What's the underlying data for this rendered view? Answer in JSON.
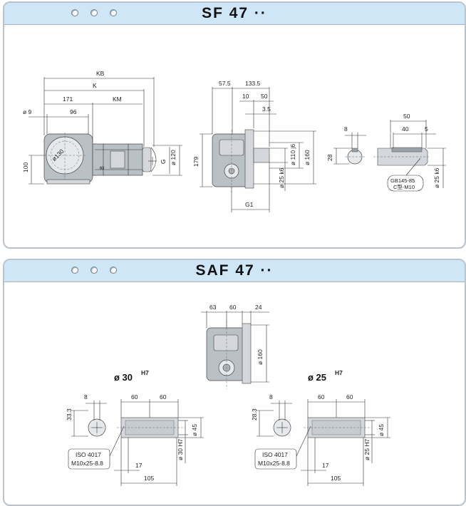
{
  "top": {
    "title": "SF 47 ··",
    "front": {
      "kb": "KB",
      "k": "K",
      "d171": "171",
      "km": "KM",
      "d9": "ø 9",
      "d96": "96",
      "d130": "ø130",
      "d100": "100",
      "d120": "ø 120",
      "g": "G",
      "d8": "8"
    },
    "side": {
      "d57_5": "57.5",
      "d133_5": "133.5",
      "d10": "10",
      "d50": "50",
      "d3_5": "3.5",
      "d179": "179",
      "d110": "ø 110 j6",
      "d160": "ø 160",
      "d25": "ø 25 k6",
      "g1": "G1"
    },
    "shaft": {
      "d8": "8",
      "d28": "28",
      "d50": "50",
      "d40": "40",
      "d5": "5",
      "gb1": "GB145-85",
      "gb2": "C型-M10",
      "d25": "ø 25 k6"
    }
  },
  "bottom": {
    "title": "SAF 47 ··",
    "center": {
      "d63": "63",
      "d60": "60",
      "d24": "24",
      "d160": "ø 160"
    },
    "left": {
      "label": "ø 30",
      "sup": "H7",
      "d8": "8",
      "d33_3": "33.3",
      "d60a": "60",
      "d60b": "60",
      "d45": "ø 45",
      "d30": "ø 30 H7",
      "d17": "17",
      "d105": "105",
      "iso1": "ISO 4017",
      "iso2": "M10x25-8.8"
    },
    "right": {
      "label": "ø 25",
      "sup": "H7",
      "d8": "8",
      "d28_3": "28.3",
      "d60a": "60",
      "d60b": "60",
      "d45": "ø 45",
      "d25": "ø 25 H7",
      "d17": "17",
      "d105": "105",
      "iso1": "ISO 4017",
      "iso2": "M10x25-8.8"
    }
  }
}
